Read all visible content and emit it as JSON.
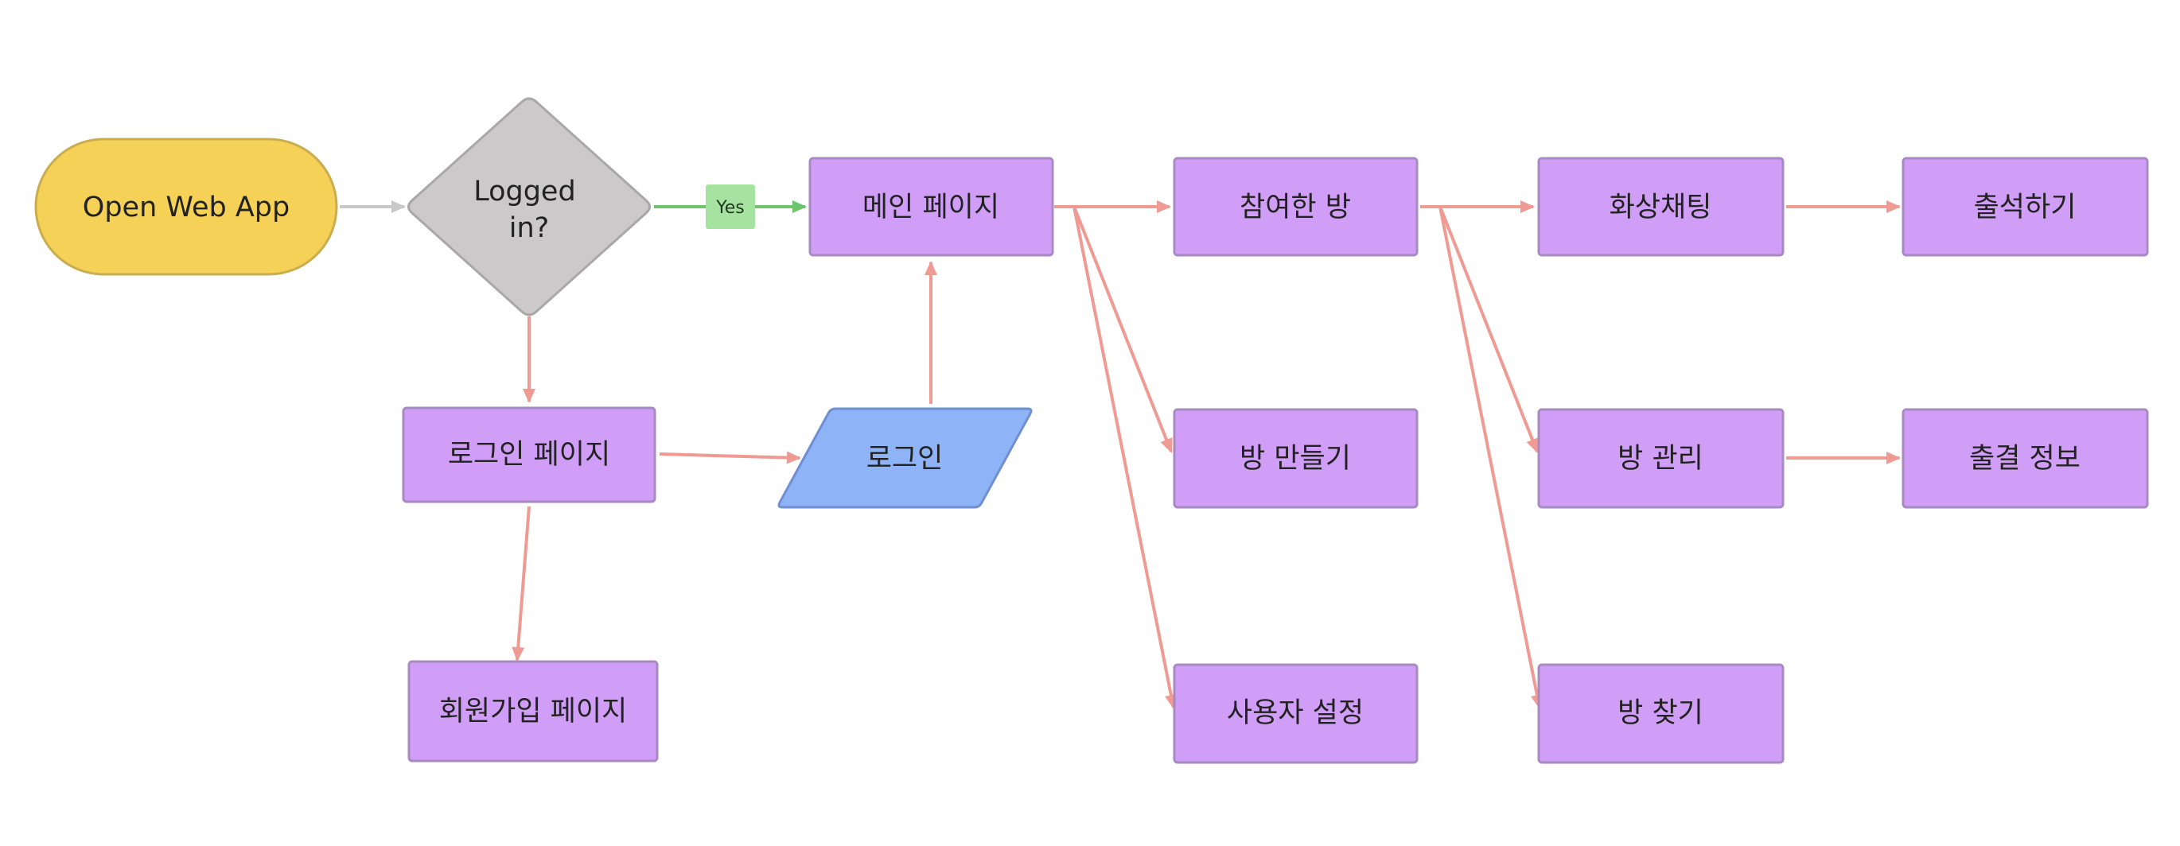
{
  "colors": {
    "start_fill": "#f5d257",
    "start_stroke": "#c9ad4f",
    "decision_fill": "#cbc9ca",
    "decision_stroke": "#a9a7a8",
    "process_fill": "#d09ef7",
    "process_stroke": "#a88ac2",
    "io_fill": "#8eb4f7",
    "io_stroke": "#6f8fd0",
    "edge_default": "#c8c8c8",
    "edge_yes": "#6cc46c",
    "edge_main": "#ef9a93",
    "yes_label_bg": "#a6e3a1"
  },
  "nodes": {
    "open_web_app": "Open Web App",
    "logged_in": [
      "Logged",
      "in?"
    ],
    "main_page": "메인 페이지",
    "login_page": "로그인 페이지",
    "login": "로그인",
    "signup_page": "회원가입 페이지",
    "joined_rooms": "참여한 방",
    "create_room": "방 만들기",
    "user_settings": "사용자 설정",
    "video_chat": "화상채팅",
    "room_manage": "방 관리",
    "find_room": "방 찾기",
    "check_in": "출석하기",
    "attendance_info": "출결 정보"
  },
  "edge_labels": {
    "yes": "Yes"
  }
}
